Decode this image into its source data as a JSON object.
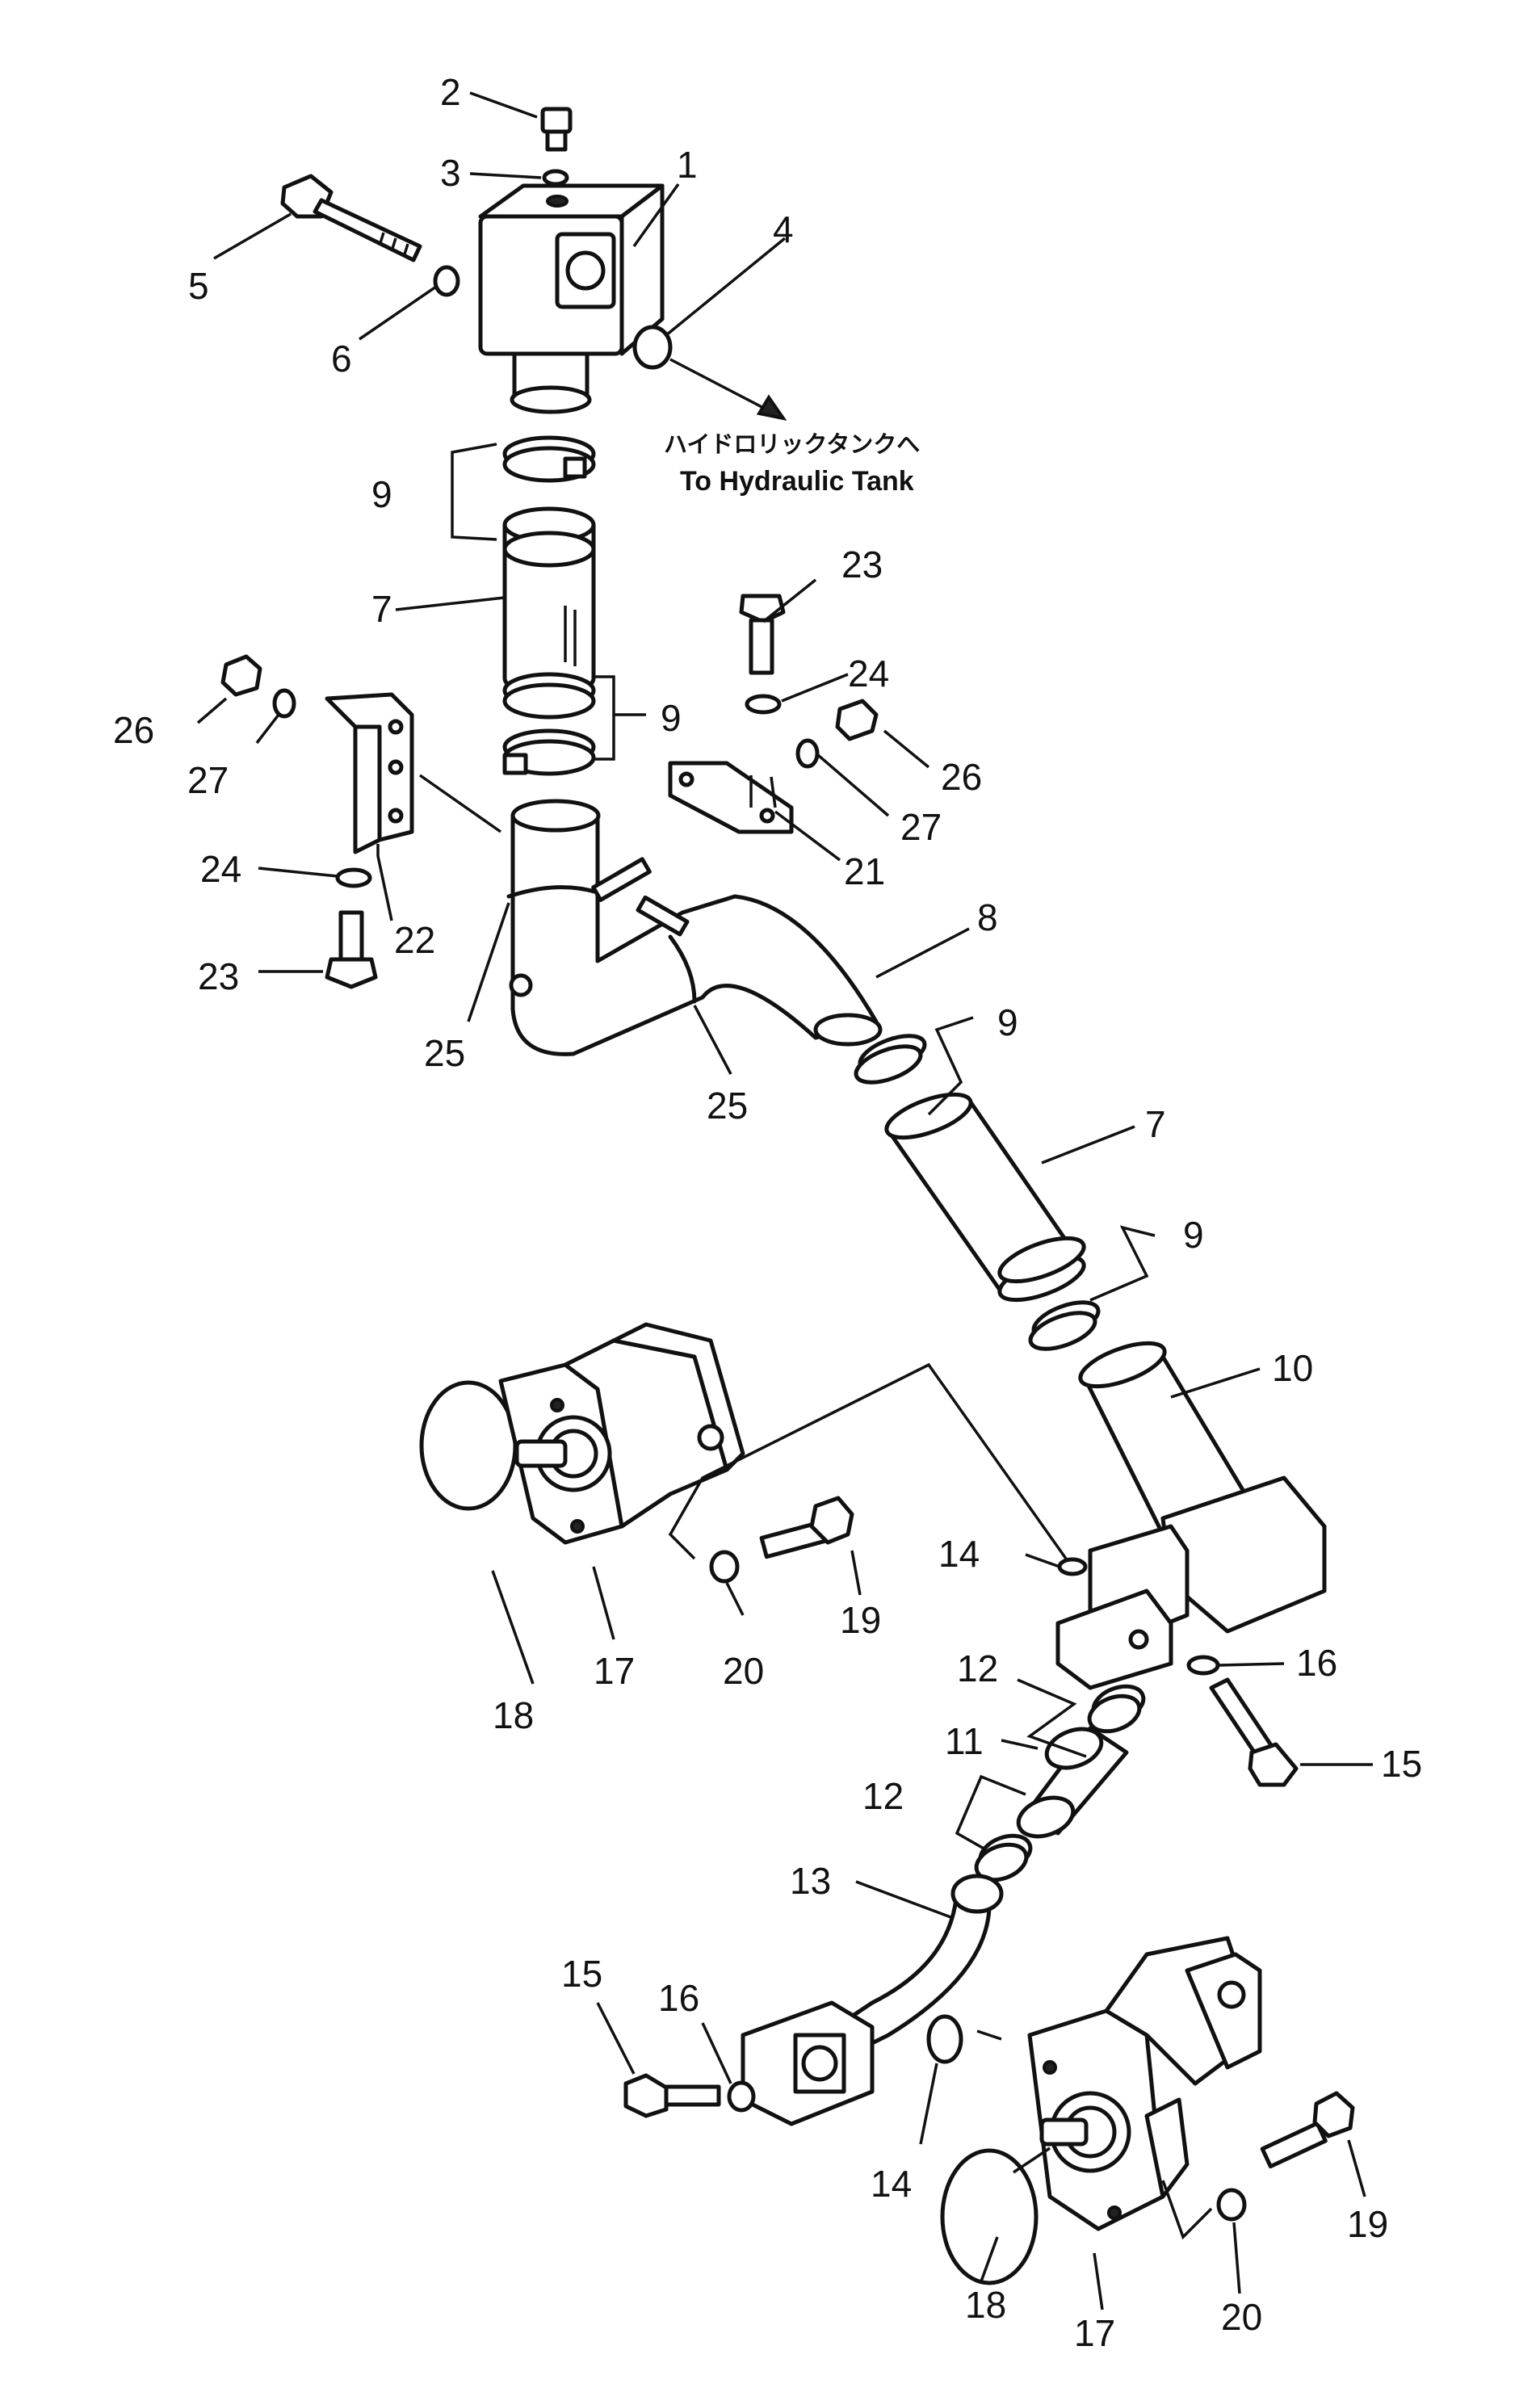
{
  "diagram": {
    "note_jp": "ハイドロリックタンクへ",
    "note_en": "To Hydraulic Tank",
    "callouts": {
      "c1": "1",
      "c2": "2",
      "c3": "3",
      "c4": "4",
      "c5": "5",
      "c6": "6",
      "c7a": "7",
      "c7b": "7",
      "c8": "8",
      "c9a": "9",
      "c9b": "9",
      "c9c": "9",
      "c9d": "9",
      "c10": "10",
      "c11": "11",
      "c12a": "12",
      "c12b": "12",
      "c13": "13",
      "c14a": "14",
      "c14b": "14",
      "c15a": "15",
      "c15b": "15",
      "c16a": "16",
      "c16b": "16",
      "c17a": "17",
      "c17b": "17",
      "c18a": "18",
      "c18b": "18",
      "c19a": "19",
      "c19b": "19",
      "c20a": "20",
      "c20b": "20",
      "c21": "21",
      "c22": "22",
      "c23a": "23",
      "c23b": "23",
      "c24a": "24",
      "c24b": "24",
      "c25a": "25",
      "c25b": "25",
      "c26a": "26",
      "c26b": "26",
      "c27a": "27",
      "c27b": "27"
    }
  }
}
